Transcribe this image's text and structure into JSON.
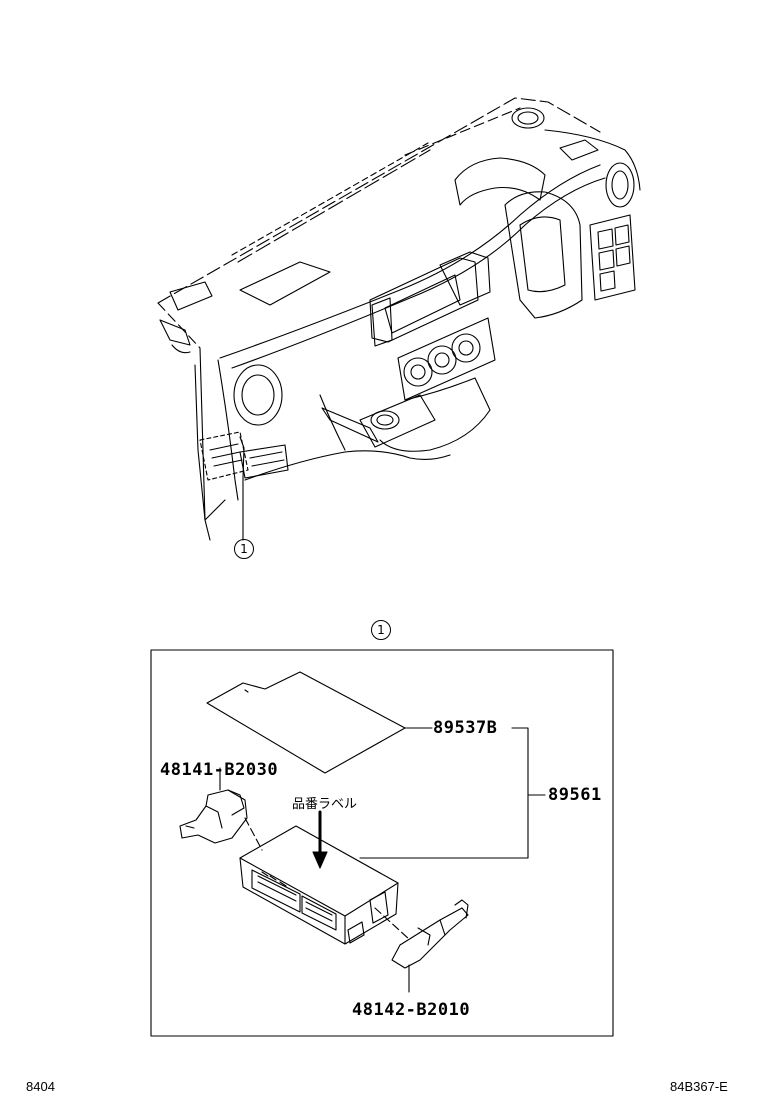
{
  "callouts": {
    "dashboard": "1",
    "detail": "1"
  },
  "labels": {
    "p89537b": "89537B",
    "p89561": "89561",
    "p48141": "48141-B2030",
    "p48142": "48142-B2010",
    "hinban": "品番ラベル"
  },
  "footer": {
    "left": "8404",
    "right": "84B367-E"
  }
}
